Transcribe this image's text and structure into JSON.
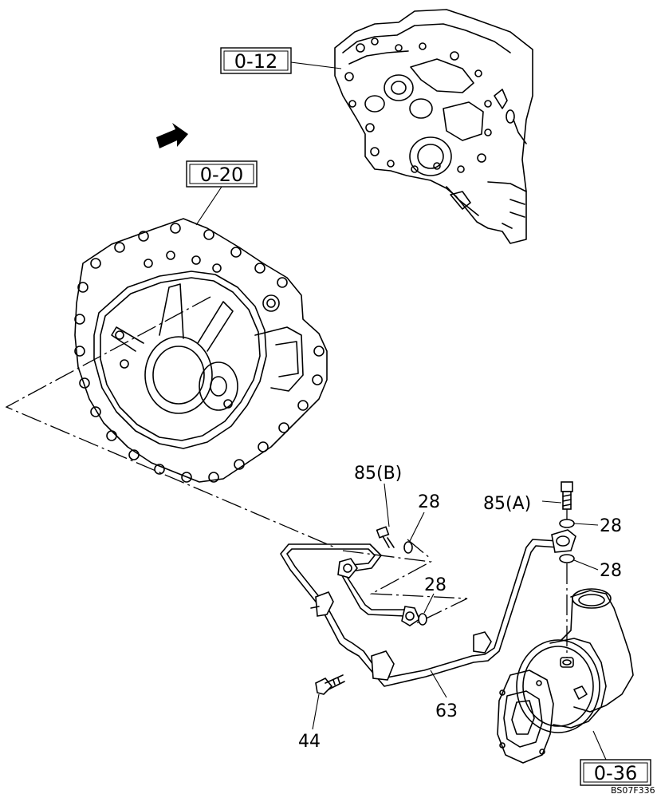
{
  "diagram": {
    "references": {
      "ref_0_12": "0-12",
      "ref_0_20": "0-20",
      "ref_0_36": "0-36"
    },
    "part_labels": {
      "bolt_85b": "85(B)",
      "washer_28_a": "28",
      "bolt_85a": "85(A)",
      "washer_28_b": "28",
      "washer_28_c": "28",
      "washer_28_d": "28",
      "pipe_63": "63",
      "bolt_44": "44"
    },
    "drawing_code": "BS07F336"
  }
}
